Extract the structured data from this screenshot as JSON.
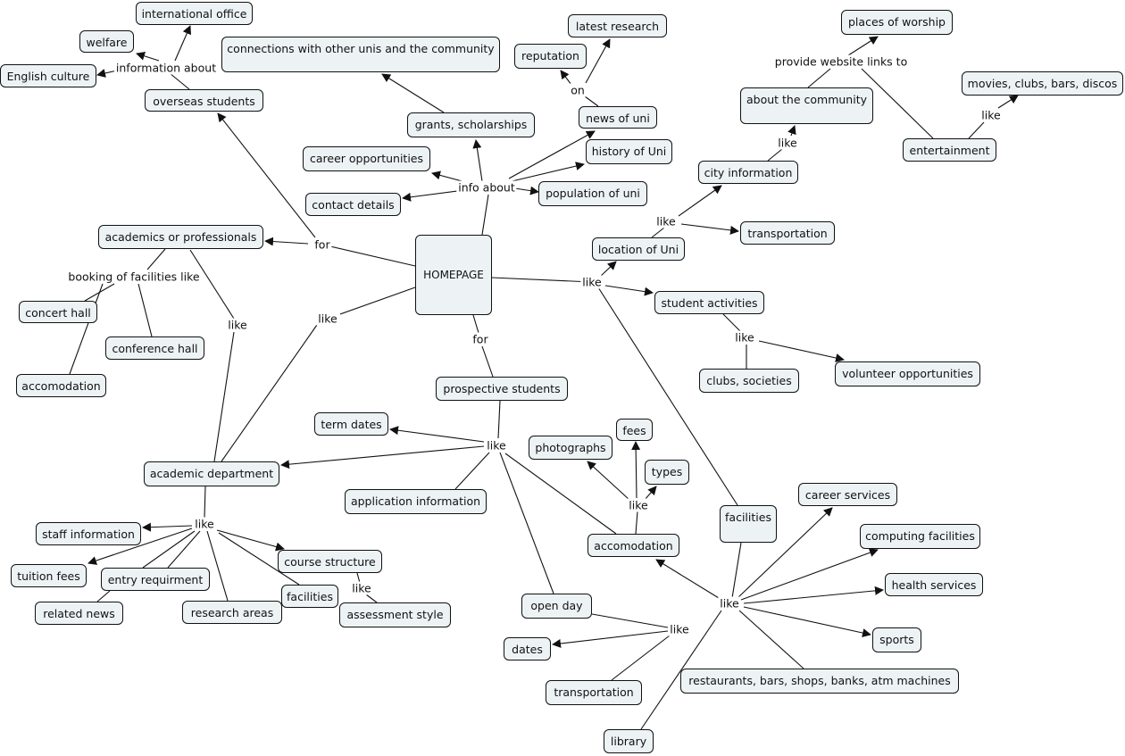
{
  "concepts": [
    "international office",
    "welfare",
    "English culture",
    "overseas students",
    "connections with other unis and the community",
    "latest research",
    "reputation",
    "news of uni",
    "grants, scholarships",
    "career opportunities",
    "history of Uni",
    "contact details",
    "population of uni",
    "places of worship",
    "about the community",
    "movies, clubs, bars, discos",
    "entertainment",
    "city information",
    "location of Uni",
    "transportation",
    "academics or professionals",
    "HOMEPAGE",
    "student activities",
    "concert hall",
    "conference hall",
    "accomodation",
    "clubs, societies",
    "volunteer opportunities",
    "prospective students",
    "term dates",
    "photographs",
    "fees",
    "types",
    "academic department",
    "application information",
    "career services",
    "facilities",
    "staff information",
    "computing facilities",
    "accomodation",
    "course structure",
    "tuition fees",
    "entry requirment",
    "health services",
    "facilities",
    "related news",
    "research areas",
    "assessment style",
    "open day",
    "sports",
    "dates",
    "restaurants, bars, shops, banks, atm machines",
    "transportation",
    "library"
  ],
  "linking_phrases": [
    "information about",
    "info about",
    "on",
    "provide website links to",
    "like",
    "like",
    "like",
    "like",
    "for",
    "booking of facilities like",
    "like",
    "like",
    "for",
    "like",
    "like",
    "like",
    "like",
    "like",
    "like",
    "like"
  ],
  "colors": {
    "node_fill": "#edf3f5",
    "node_border": "#111111",
    "line": "#111111"
  }
}
